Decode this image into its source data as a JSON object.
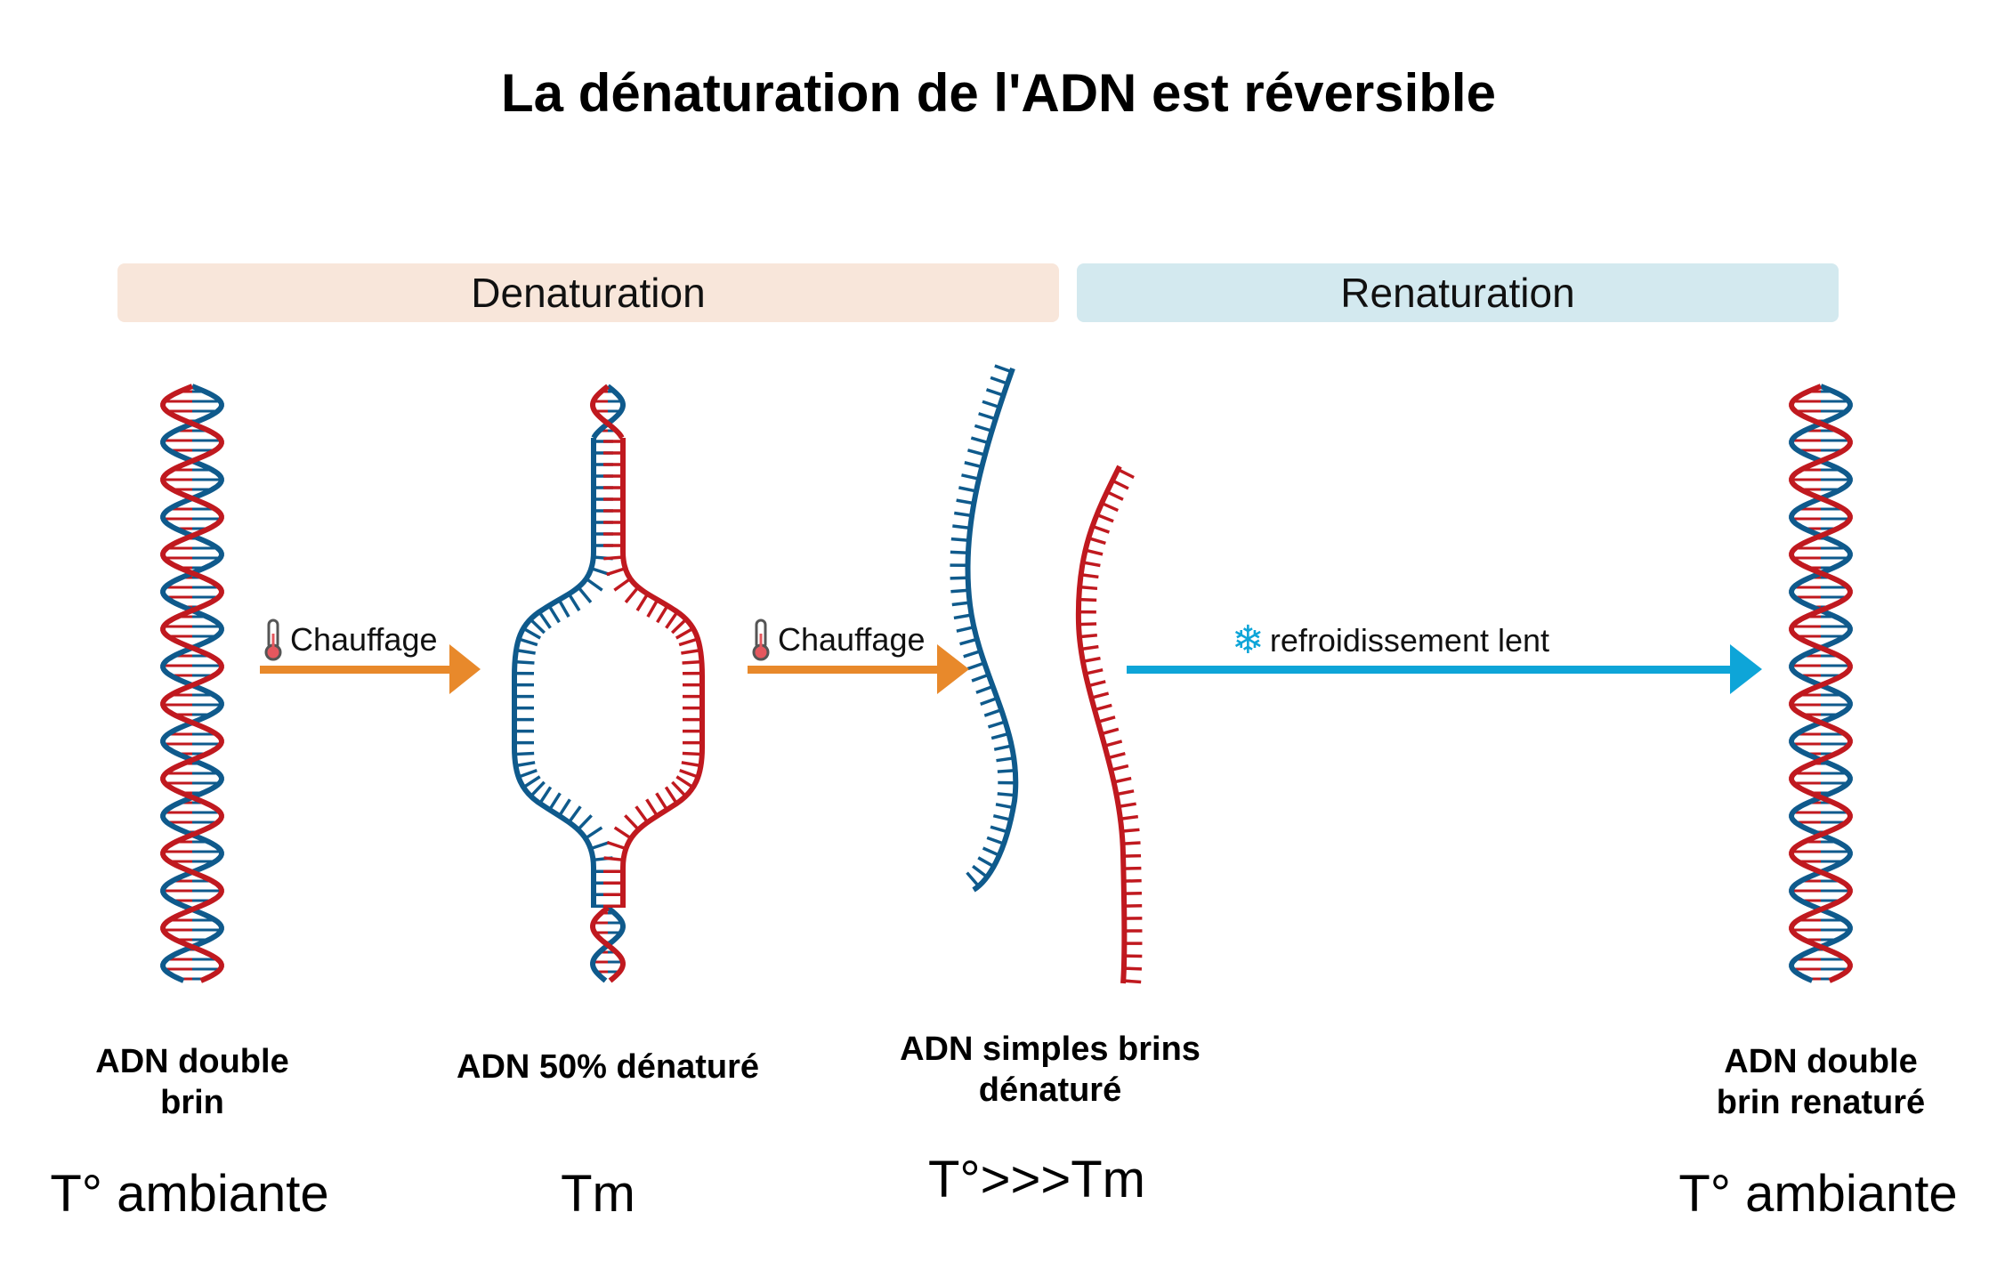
{
  "title": "La dénaturation de l'ADN est réversible",
  "bands": {
    "denaturation": "Denaturation",
    "renaturation": "Renaturation"
  },
  "arrows": {
    "heat1": "Chauffage",
    "heat2": "Chauffage",
    "cool": "refroidissement lent"
  },
  "stages": [
    {
      "label_line1": "ADN double",
      "label_line2": "brin",
      "temperature": "T° ambiante"
    },
    {
      "label_line1": "ADN 50%  dénaturé",
      "label_line2": "",
      "temperature": "Tm"
    },
    {
      "label_line1": "ADN simples brins",
      "label_line2": "dénaturé",
      "temperature": "T°>>>Tm"
    },
    {
      "label_line1": "ADN double",
      "label_line2": "brin renaturé",
      "temperature": "T° ambiante"
    }
  ],
  "colors": {
    "strand_blue": "#0f5a8c",
    "strand_red": "#c0191f",
    "heat_arrow": "#e8892b",
    "cool_arrow": "#0ea5d8",
    "denaturation_band": "#f8e6da",
    "renaturation_band": "#d3e9ef"
  }
}
